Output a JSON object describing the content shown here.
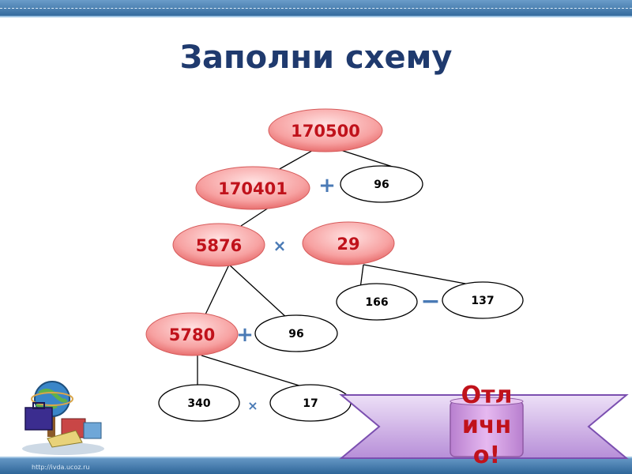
{
  "title": "Заполни схему",
  "footer_url": "http://ivda.ucoz.ru",
  "nodes": {
    "n170500": "170500",
    "n170401": "170401",
    "n96a": "96",
    "n5876": "5876",
    "n29": "29",
    "n166": "166",
    "n137": "137",
    "n5780": "5780",
    "n96b": "96",
    "n340": "340",
    "n17": "17"
  },
  "operators": {
    "op1": "+",
    "op2": "×",
    "op3": "−",
    "op4": "+",
    "op5": "×"
  },
  "banner_text": "Отл ичн о!",
  "colors": {
    "accent_text": "#c0121b",
    "title": "#1f3a6e",
    "operator": "#4a7ab5",
    "banner": "#c9a6e8",
    "button": "#cf96e0"
  },
  "icons": [
    "globe-icon",
    "briefcase-icon"
  ]
}
